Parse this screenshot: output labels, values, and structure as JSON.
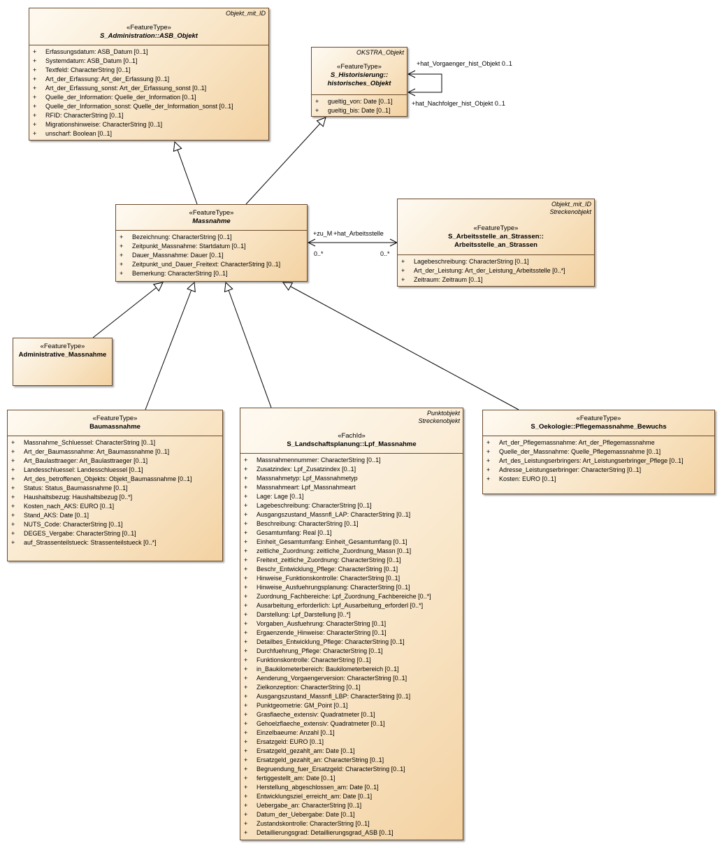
{
  "classes": {
    "asb": {
      "tag": "Objekt_mit_ID",
      "stereotype": "«FeatureType»",
      "name": "S_Administration::ASB_Objekt",
      "attributes": [
        "Erfassungsdatum: ASB_Datum [0..1]",
        "Systemdatum: ASB_Datum [0..1]",
        "Textfeld: CharacterString [0..1]",
        "Art_der_Erfassung: Art_der_Erfassung [0..1]",
        "Art_der_Erfassung_sonst: Art_der_Erfassung_sonst [0..1]",
        "Quelle_der_Information: Quelle_der_Information [0..1]",
        "Quelle_der_Information_sonst: Quelle_der_Information_sonst [0..1]",
        "RFID: CharacterString [0..1]",
        "Migrationshinweise: CharacterString [0..1]",
        "unscharf: Boolean [0..1]"
      ]
    },
    "hist": {
      "tag": "OKSTRA_Objekt",
      "stereotype": "«FeatureType»",
      "name_line1": "S_Historisierung::",
      "name_line2": "historisches_Objekt",
      "attributes": [
        "gueltig_von: Date [0..1]",
        "gueltig_bis: Date [0..1]"
      ]
    },
    "massnahme": {
      "stereotype": "«FeatureType»",
      "name": "Massnahme",
      "attributes": [
        "Bezeichnung: CharacterString [0..1]",
        "Zeitpunkt_Massnahme: Startdatum [0..1]",
        "Dauer_Massnahme: Dauer [0..1]",
        "Zeitpunkt_und_Dauer_Freitext: CharacterString [0..1]",
        "Bemerkung: CharacterString [0..1]"
      ]
    },
    "arbeitsstelle": {
      "tag_line1": "Objekt_mit_ID",
      "tag_line2": "Streckenobjekt",
      "stereotype": "«FeatureType»",
      "name_line1": "S_Arbeitsstelle_an_Strassen::",
      "name_line2": "Arbeitsstelle_an_Strassen",
      "attributes": [
        "Lagebeschreibung: CharacterString [0..1]",
        "Art_der_Leistung: Art_der_Leistung_Arbeitsstelle [0..*]",
        "Zeitraum: Zeitraum [0..1]"
      ]
    },
    "admin": {
      "stereotype": "«FeatureType»",
      "name": "Administrative_Massnahme"
    },
    "bau": {
      "stereotype": "«FeatureType»",
      "name": "Baumassnahme",
      "attributes": [
        "Massnahme_Schluessel: CharacterString [0..1]",
        "Art_der_Baumassnahme: Art_Baumassnahme [0..1]",
        "Art_Baulasttraeger: Art_Baulasttraeger [0..1]",
        "Landesschluessel: Landesschluessel [0..1]",
        "Art_des_betroffenen_Objekts: Objekt_Baumassnahme [0..1]",
        "Status: Status_Baumassnahme [0..1]",
        "Haushaltsbezug: Haushaltsbezug [0..*]",
        "Kosten_nach_AKS: EURO [0..1]",
        "Stand_AKS: Date [0..1]",
        "NUTS_Code: CharacterString [0..1]",
        "DEGES_Vergabe: CharacterString [0..1]",
        "auf_Strassenteilstueck: Strassenteilstueck [0..*]"
      ]
    },
    "lpf": {
      "tag_line1": "Punktobjekt",
      "tag_line2": "Streckenobjekt",
      "stereotype": "«FachId»",
      "name": "S_Landschaftsplanung::Lpf_Massnahme",
      "attributes": [
        "Massnahmennummer: CharacterString [0..1]",
        "Zusatzindex: Lpf_Zusatzindex [0..1]",
        "Massnahmetyp: Lpf_Massnahmetyp",
        "Massnahmeart: Lpf_Massnahmeart",
        "Lage: Lage [0..1]",
        "Lagebeschreibung: CharacterString [0..1]",
        "Ausgangszustand_Massnfl_LAP: CharacterString [0..1]",
        "Beschreibung: CharacterString [0..1]",
        "Gesamtumfang: Real [0..1]",
        "Einheit_Gesamtumfang: Einheit_Gesamtumfang [0..1]",
        "zeitliche_Zuordnung: zeitliche_Zuordnung_Massn [0..1]",
        "Freitext_zeitliche_Zuordnung: CharacterString [0..1]",
        "Beschr_Entwicklung_Pflege: CharacterString [0..1]",
        "Hinweise_Funktionskontrolle: CharacterString [0..1]",
        "Hinweise_Ausfuehrungsplanung: CharacterString [0..1]",
        "Zuordnung_Fachbereiche: Lpf_Zuordnung_Fachbereiche [0..*]",
        "Ausarbeitung_erforderlich: Lpf_Ausarbeitung_erforderl [0..*]",
        "Darstellung: Lpf_Darstellung [0..*]",
        "Vorgaben_Ausfuehrung: CharacterString [0..1]",
        "Ergaenzende_Hinweise: CharacterString [0..1]",
        "Detailbes_Entwicklung_Pflege: CharacterString [0..1]",
        "Durchfuehrung_Pflege: CharacterString [0..1]",
        "Funktionskontrolle: CharacterString [0..1]",
        "in_Baukilometerbereich: Baukilometerbereich [0..1]",
        "Aenderung_Vorgaengerversion: CharacterString [0..1]",
        "Zielkonzeption: CharacterString [0..1]",
        "Ausgangszustand_Massnfl_LBP: CharacterString [0..1]",
        "Punktgeometrie: GM_Point [0..1]",
        "Grasflaeche_extensiv: Quadratmeter [0..1]",
        "Gehoelzflaeche_extensiv: Quadratmeter [0..1]",
        "Einzelbaeume: Anzahl [0..1]",
        "Ersatzgeld: EURO [0..1]",
        "Ersatzgeld_gezahlt_am: Date [0..1]",
        "Ersatzgeld_gezahlt_an: CharacterString [0..1]",
        "Begruendung_fuer_Ersatzgeld: CharacterString [0..1]",
        "fertiggestellt_am: Date [0..1]",
        "Herstellung_abgeschlossen_am: Date [0..1]",
        "Entwicklungsziel_erreicht_am: Date [0..1]",
        "Uebergabe_an: CharacterString [0..1]",
        "Datum_der_Uebergabe: Date [0..1]",
        "Zustandskontrolle: CharacterString [0..1]",
        "Detaillierungsgrad: Detaillierungsgrad_ASB [0..1]"
      ]
    },
    "oeko": {
      "stereotype": "«FeatureType»",
      "name": "S_Oekologie::Pflegemassnahme_Bewuchs",
      "attributes": [
        "Art_der_Pflegemassnahme: Art_der_Pflegemassnahme",
        "Quelle_der_Massnahme: Quelle_Pflegemassnahme [0..1]",
        "Art_des_Leistungserbringers: Art_Leistungserbringer_Pflege [0..1]",
        "Adresse_Leistungserbringer: CharacterString [0..1]",
        "Kosten: EURO [0..1]"
      ]
    }
  },
  "attribute_prefix": "+",
  "association_labels": {
    "vorgaenger": "+hat_Vorgaenger_hist_Objekt 0..1",
    "nachfolger": "+hat_Nachfolger_hist_Objekt 0..1",
    "zu_m": "+zu_M",
    "hat_arbeitsstelle": "+hat_Arbeitsstelle",
    "mult_left": "0..*",
    "mult_right": "0..*"
  }
}
